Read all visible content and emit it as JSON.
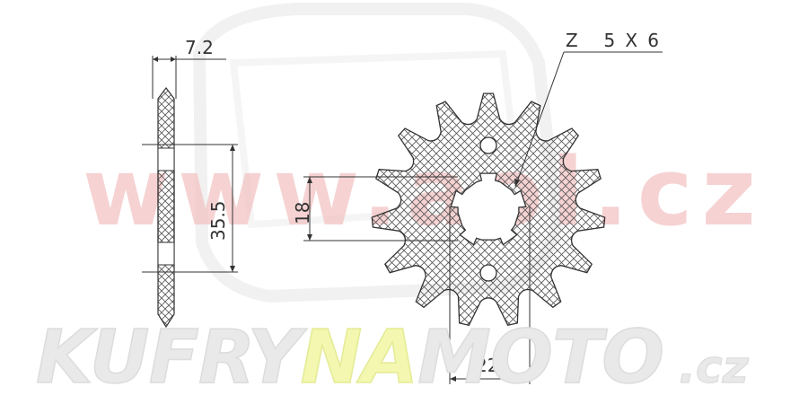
{
  "dimensions": {
    "thickness": "7.2",
    "bolt_circle": "35.5",
    "spline_inner": "18",
    "spline_outer": "22",
    "spline_spec": "Z 5X6"
  },
  "watermarks": {
    "site": "www.aol.cz",
    "brand_part1": "KUFRY",
    "brand_part2": "NA",
    "brand_part3": "MOTO",
    "brand_tld": ".cz"
  },
  "colors": {
    "line": "#333333",
    "hatch": "#555555",
    "watermark_red": "#f3c4c4",
    "watermark_grey": "#ececec",
    "watermark_yellow": "#f3f7b0"
  },
  "sprocket": {
    "teeth": 15
  }
}
